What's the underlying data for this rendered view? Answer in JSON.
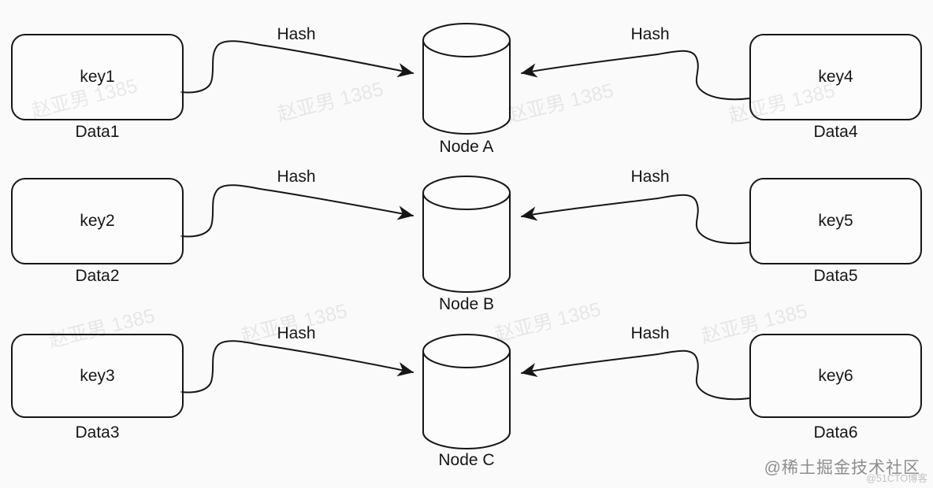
{
  "colors": {
    "background": "#fafafa",
    "stroke": "#161616",
    "watermark_faint": "#e7e7e7",
    "signature_gray": "#8d8d8d",
    "signature_light_gray": "#c3c3c3"
  },
  "rows": [
    {
      "left_key": "key1",
      "left_data": "Data1",
      "hash_left": "Hash",
      "node": "Node A",
      "hash_right": "Hash",
      "right_key": "key4",
      "right_data": "Data4"
    },
    {
      "left_key": "key2",
      "left_data": "Data2",
      "hash_left": "Hash",
      "node": "Node B",
      "hash_right": "Hash",
      "right_key": "key5",
      "right_data": "Data5"
    },
    {
      "left_key": "key3",
      "left_data": "Data3",
      "hash_left": "Hash",
      "node": "Node C",
      "hash_right": "Hash",
      "right_key": "key6",
      "right_data": "Data6"
    }
  ],
  "watermark": {
    "text": "赵亚男 1385"
  },
  "footer": {
    "juejin": "@稀土掘金技术社区",
    "cto_blog": "@51CTO博客"
  }
}
